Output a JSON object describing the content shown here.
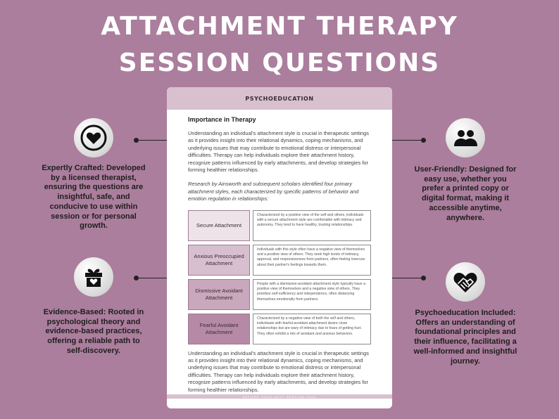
{
  "title": {
    "line1": "ATTACHMENT THERAPY",
    "line2": "SESSION QUESTIONS"
  },
  "document": {
    "header": "PSYCHOEDUCATION",
    "heading": "Importance in Therapy",
    "para1": "Understanding an individual's attachment style is crucial in therapeutic settings as it provides insight into their relational dynamics, coping mechanisms, and underlying issues that may contribute to emotional distress or interpersonal difficulties. Therapy can help individuals explore their attachment history, recognize patterns influenced by early attachments, and develop strategies for forming healthier relationships.",
    "para2": "Research by Ainsworth and subsequent scholars identified four primary attachment styles, each characterized by specific patterns of behavior and emotion regulation in relationships:",
    "styles": [
      {
        "label": "Secure Attachment",
        "color": "#efe3ea",
        "description": "Characterized by a positive view of the self and others, individuals with a secure attachment style are comfortable with intimacy and autonomy. They tend to have healthy, trusting relationships."
      },
      {
        "label": "Anxious Preoccupied Attachment",
        "color": "#d8bfcf",
        "description": "Individuals with this style often have a negative view of themselves and a positive view of others. They seek high levels of intimacy, approval, and responsiveness from partners, often feeling insecure about their partner's feelings towards them."
      },
      {
        "label": "Dismissive Avoidant Attachment",
        "color": "#c9a7bc",
        "description": "People with a dismissive-avoidant attachment style typically have a positive view of themselves and a negative view of others. They prioritize self-sufficiency and independence, often distancing themselves emotionally from partners."
      },
      {
        "label": "Fearful Avoidant Attachment",
        "color": "#b68aa6",
        "description": "Characterized by a negative view of both the self and others, individuals with fearful-avoidant attachment desire close relationships but are wary of intimacy due to fears of getting hurt. They often exhibit a mix of avoidant and anxious behaviors."
      }
    ],
    "para3": "Understanding an individual's attachment style is crucial in therapeutic settings as it provides insight into their relational dynamics, coping mechanisms, and underlying issues that may contribute to emotional distress or interpersonal difficulties. Therapy can help individuals explore their attachment history, recognize patterns influenced by early attachments, and develop strategies for forming healthier relationships.",
    "footer": "BEFORE YOUR NEXT SESSION 2024"
  },
  "features": {
    "expertly": {
      "icon": "heart-icon",
      "text": "Expertly Crafted: Developed by a licensed therapist, ensuring the questions are insightful, safe, and conducive to use within session or for personal growth."
    },
    "evidence": {
      "icon": "gift-icon",
      "text": "Evidence-Based: Rooted in psychological theory and evidence-based practices, offering a reliable path to self-discovery."
    },
    "user": {
      "icon": "users-icon",
      "text": "User-Friendly: Designed for easy use, whether you prefer a printed copy or digital format, making it accessible anytime, anywhere."
    },
    "psycho": {
      "icon": "handshake-heart-icon",
      "text": "Psychoeducation Included: Offers an understanding of foundational principles and their influence, facilitating a well-informed and insightful journey."
    }
  },
  "colors": {
    "background": "#ab7e9d",
    "header": "#d8c0cf",
    "text": "#1e1e1e"
  }
}
